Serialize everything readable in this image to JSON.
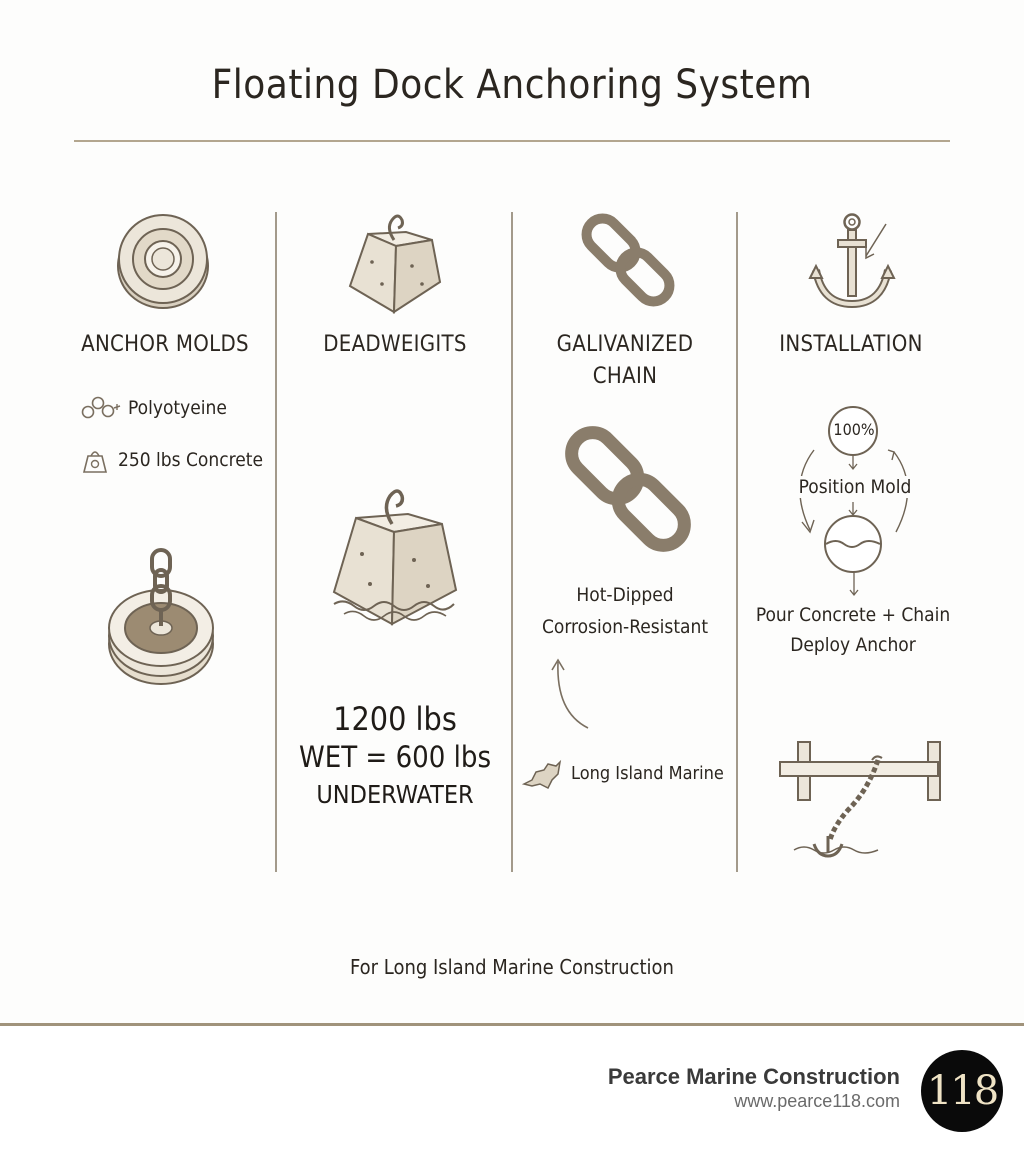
{
  "title": "Floating Dock Anchoring System",
  "columns": {
    "anchor_molds": {
      "heading": "ANCHOR MOLDS",
      "item1": "Polyotyeine",
      "item2": "250 lbs Concrete"
    },
    "deadweights": {
      "heading": "DEADWEIGITS",
      "weight_line1": "1200 lbs",
      "weight_line2": "WET = 600 lbs",
      "weight_line3": "UNDERWATER"
    },
    "chain": {
      "heading_line1": "GALIVANIZED",
      "heading_line2": "CHAIN",
      "feature1": "Hot-Dipped",
      "feature2": "Corrosion-Resistant",
      "source": "Long Island Marine"
    },
    "installation": {
      "heading": "INSTALLATION",
      "step_badge": "100%",
      "step1": "Position Mold",
      "step2": "Pour Concrete + Chain",
      "step3": "Deploy Anchor"
    }
  },
  "caption": "For Long Island Marine Construction",
  "footer": {
    "company": "Pearce Marine Construction",
    "url": "www.pearce118.com",
    "logo": "118"
  },
  "colors": {
    "accent": "#8a7d6b",
    "rule": "#b3a68f",
    "concrete": "#ece6da",
    "text": "#2b2620"
  }
}
